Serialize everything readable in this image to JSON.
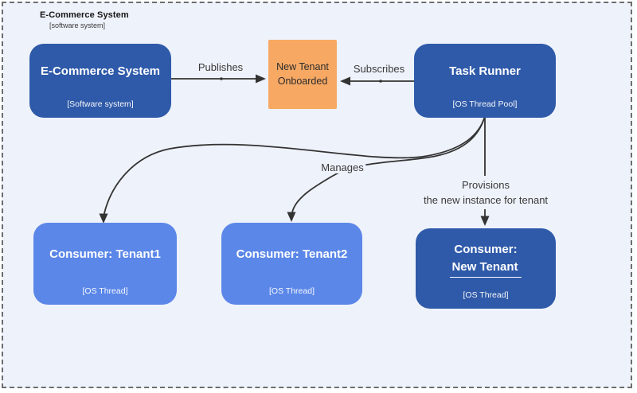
{
  "diagram": {
    "boundary": {
      "title": "E-Commerce System",
      "subtitle": "[software system]"
    },
    "colors": {
      "background": "#EEF2FA",
      "boundary_dash": "#6E6E6E",
      "node_dark_blue": "#2F5AA9",
      "node_light_blue": "#5B87E8",
      "note_orange": "#F7A964",
      "edge_line": "#333333",
      "node_text": "#FFFFFF",
      "label_text": "#3A3A3A"
    },
    "nodes": {
      "ecommerce": {
        "title": "E-Commerce System",
        "subtitle": "[Software system]"
      },
      "note": {
        "title": "New Tenant Onboarded"
      },
      "task_runner": {
        "title": "Task Runner",
        "subtitle": "[OS Thread Pool]"
      },
      "tenant1": {
        "title": "Consumer: Tenant1",
        "subtitle": "[OS Thread]"
      },
      "tenant2": {
        "title": "Consumer: Tenant2",
        "subtitle": "[OS Thread]"
      },
      "new_tenant": {
        "title_line1": "Consumer:",
        "title_line2": "New Tenant",
        "subtitle": "[OS Thread]"
      }
    },
    "edges": {
      "publishes": {
        "label": "Publishes"
      },
      "subscribes": {
        "label": "Subscribes"
      },
      "manages": {
        "label": "Manages"
      },
      "provisions": {
        "label_line1": "Provisions",
        "label_line2": "the new instance for tenant"
      }
    }
  }
}
